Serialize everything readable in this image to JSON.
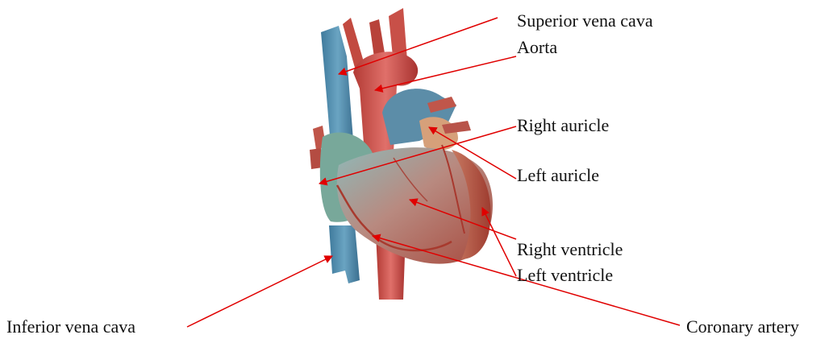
{
  "labels": {
    "superior_vena_cava": "Superior vena cava",
    "aorta": "Aorta",
    "right_auricle": "Right auricle",
    "left_auricle": "Left auricle",
    "right_ventricle": "Right ventricle",
    "left_ventricle": "Left ventricle",
    "inferior_vena_cava": "Inferior vena cava",
    "coronary_artery": "Coronary artery"
  },
  "colors": {
    "arrow": "#e00000",
    "vein": "#4f88a8",
    "artery": "#c0403a",
    "muscle": "#b85848",
    "atrium": "#6f9aa8"
  }
}
